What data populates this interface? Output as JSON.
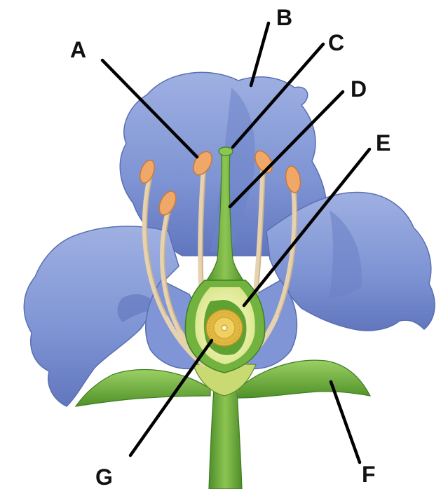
{
  "labels": {
    "A": "A",
    "B": "B",
    "C": "C",
    "D": "D",
    "E": "E",
    "F": "F",
    "G": "G"
  },
  "colors": {
    "petal": "#7d93d3",
    "petal_light": "#a9b8e6",
    "petal_dark": "#5a6fb3",
    "stem": "#6cad3a",
    "stem_dark": "#3f7d22",
    "leaf": "#79b845",
    "filament": "#e9d7b6",
    "anther": "#f0a868",
    "ovary": "#e9f0a0",
    "ovule": "#e0b840",
    "leader": "#000000"
  }
}
